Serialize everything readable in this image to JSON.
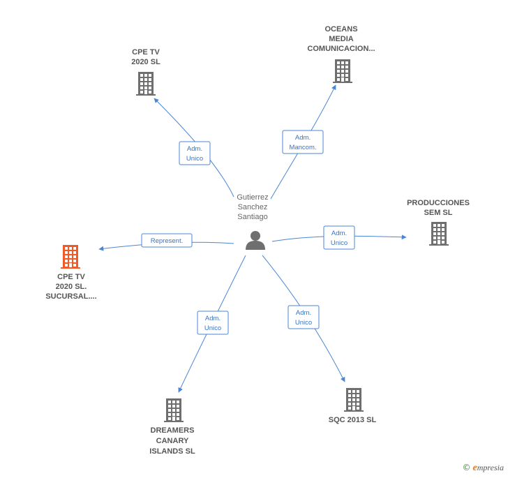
{
  "center": {
    "name_lines": [
      "Gutierrez",
      "Sanchez",
      "Santiago"
    ],
    "icon": "person-icon"
  },
  "nodes": [
    {
      "id": "cpe-tv-2020",
      "lines": [
        "CPE TV",
        "2020  SL"
      ],
      "icon": "building-icon",
      "color": "#6f6f6f"
    },
    {
      "id": "oceans-media",
      "lines": [
        "OCEANS",
        "MEDIA",
        "COMUNICACION..."
      ],
      "icon": "building-icon",
      "color": "#6f6f6f"
    },
    {
      "id": "producciones-sem",
      "lines": [
        "PRODUCCIONES",
        "SEM  SL"
      ],
      "icon": "building-icon",
      "color": "#6f6f6f"
    },
    {
      "id": "cpe-tv-sucursal",
      "lines": [
        "CPE TV",
        "2020 SL.",
        "SUCURSAL...."
      ],
      "icon": "building-icon",
      "color": "#f05a28"
    },
    {
      "id": "sqc-2013",
      "lines": [
        "SQC 2013  SL"
      ],
      "icon": "building-icon",
      "color": "#6f6f6f"
    },
    {
      "id": "dreamers-canary",
      "lines": [
        "DREAMERS",
        "CANARY",
        "ISLANDS  SL"
      ],
      "icon": "building-icon",
      "color": "#6f6f6f"
    }
  ],
  "edges": [
    {
      "to": "cpe-tv-2020",
      "lines": [
        "Adm.",
        "Unico"
      ]
    },
    {
      "to": "oceans-media",
      "lines": [
        "Adm.",
        "Mancom."
      ]
    },
    {
      "to": "producciones-sem",
      "lines": [
        "Adm.",
        "Unico"
      ]
    },
    {
      "to": "cpe-tv-sucursal",
      "lines": [
        "Represent."
      ]
    },
    {
      "to": "sqc-2013",
      "lines": [
        "Adm.",
        "Unico"
      ]
    },
    {
      "to": "dreamers-canary",
      "lines": [
        "Adm.",
        "Unico"
      ]
    }
  ],
  "colors": {
    "edge": "#4a86d4",
    "node": "#6f6f6f",
    "highlight": "#f05a28"
  },
  "footer": {
    "symbol": "©",
    "brand_initial": "e",
    "brand_rest": "mpresia"
  }
}
